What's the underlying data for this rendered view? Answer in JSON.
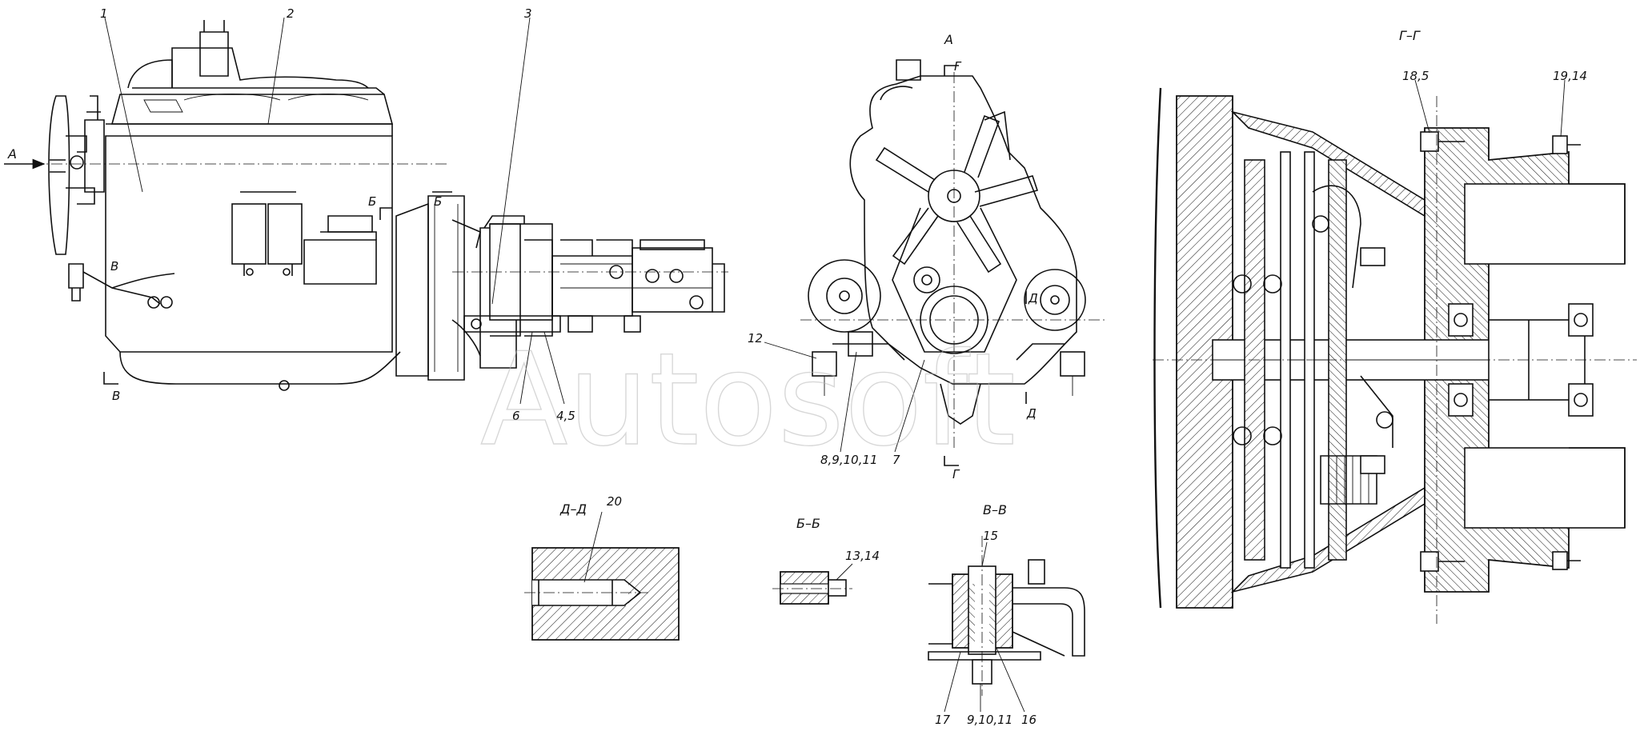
{
  "watermark": "Autosoft",
  "views": {
    "side": {
      "labels": {
        "c1": "1",
        "c2": "2",
        "c3": "3",
        "c6": "6",
        "c45": "4,5",
        "arrowA": "A",
        "cutB_top": "Б",
        "cutB_top2": "Б",
        "cutV_mid": "В",
        "cutV_bot": "В"
      }
    },
    "front": {
      "title": "A",
      "labels": {
        "c12": "12",
        "c8911": "8,9,10,11",
        "c7": "7",
        "cutG_top": "Г",
        "cutG_bot": "Г",
        "cutD_top": "Д",
        "cutD_bot": "Д"
      }
    },
    "section_gg": {
      "title": "Г–Г",
      "labels": {
        "c185": "18,5",
        "c1914": "19,14"
      }
    },
    "section_dd": {
      "title": "Д–Д",
      "labels": {
        "c20": "20"
      }
    },
    "section_bb": {
      "title": "Б–Б",
      "labels": {
        "c1314": "13,14"
      }
    },
    "section_vv": {
      "title": "В–В",
      "labels": {
        "c15": "15",
        "c17": "17",
        "c91011": "9,10,11",
        "c16": "16"
      }
    }
  }
}
